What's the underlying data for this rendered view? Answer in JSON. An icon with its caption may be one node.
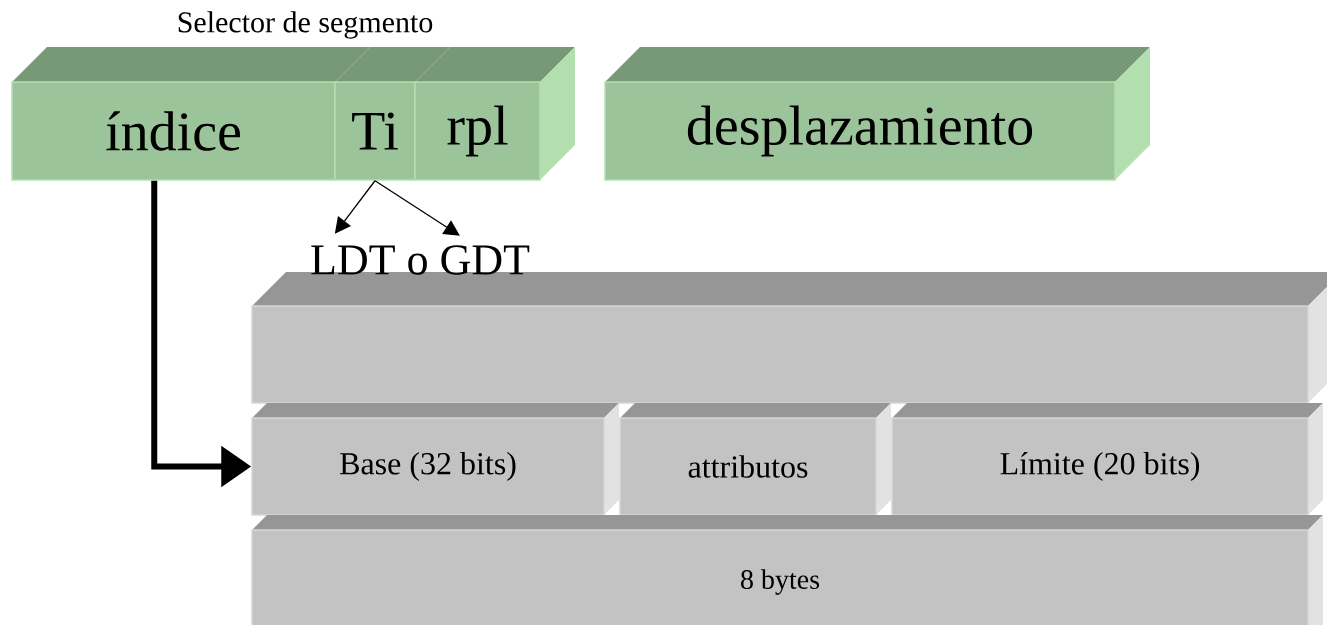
{
  "diagram": {
    "nodes": [
      {
        "text": [
          "índice"
        ]
      },
      {
        "text": [
          "Ti"
        ]
      },
      {
        "text": [
          "rpl"
        ]
      },
      {
        "text": [
          "desplazamiento"
        ]
      },
      {
        "text": [
          "LDT o GDT"
        ]
      },
      {
        "text": [],
        "shape": "box"
      },
      {
        "text": [
          "Base (32 bits)"
        ]
      },
      {
        "text": [
          "attributos"
        ]
      },
      {
        "text": [
          "Límite (20 bits)"
        ]
      },
      {
        "text": [
          "8 bytes"
        ]
      }
    ],
    "edges": [
      {
        "from": 0,
        "to": 6,
        "arrow": "to",
        "style": "thick"
      },
      {
        "from": 1,
        "to": 4,
        "arrow": "to"
      },
      {
        "from": 1,
        "to": 4,
        "arrow": "to"
      }
    ],
    "labels": [
      "Selector de segmento"
    ]
  }
}
